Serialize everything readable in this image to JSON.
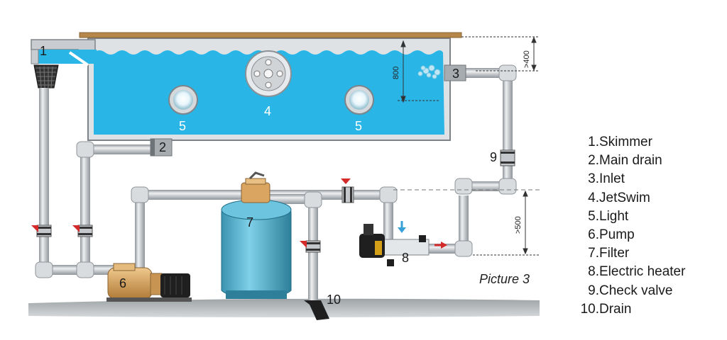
{
  "diagram": {
    "caption": "Picture 3",
    "dimensions": {
      "water_depth": "800",
      "inlet_height": ">400",
      "heater_height": ">500"
    },
    "callouts": {
      "skimmer": "1",
      "main_drain": "2",
      "inlet": "3",
      "jetswim": "4",
      "light_left": "5",
      "light_right": "5",
      "pump": "6",
      "filter": "7",
      "heater": "8",
      "check_valve": "9",
      "drain": "10"
    },
    "legend": [
      {
        "num": "1.",
        "label": "Skimmer"
      },
      {
        "num": "2.",
        "label": "Main drain"
      },
      {
        "num": "3.",
        "label": "Inlet"
      },
      {
        "num": "4.",
        "label": "JetSwim"
      },
      {
        "num": "5.",
        "label": "Light"
      },
      {
        "num": "6.",
        "label": "Pump"
      },
      {
        "num": "7.",
        "label": "Filter"
      },
      {
        "num": "8.",
        "label": "Electric heater"
      },
      {
        "num": "9.",
        "label": "Check valve"
      },
      {
        "num": "10.",
        "label": "Drain"
      }
    ],
    "colors": {
      "water": "#29b6e6",
      "pipe": "#c8ccd0",
      "valve": "#d42a2a",
      "pump": "#d9a560",
      "filter": "#58b3ce",
      "deck": "#b5874a",
      "ground": "#b8bcbf"
    }
  }
}
